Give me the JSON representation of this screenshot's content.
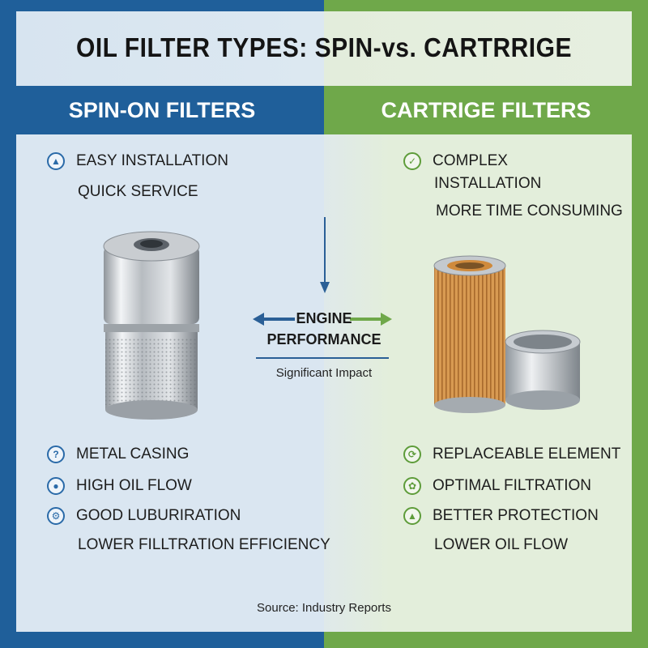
{
  "title": "OIL FILTER TYPES: SPIN-vs. CARTRRIGE",
  "colors": {
    "left_accent": "#1f5f9a",
    "right_accent": "#6fa84a"
  },
  "left": {
    "heading": "SPIN-ON FILTERS",
    "top_items": [
      {
        "icon": "wrench-icon",
        "label": "EASY INSTALLATION"
      }
    ],
    "top_sub": "QUICK SERVICE",
    "bottom_items": [
      {
        "icon": "question-icon",
        "label": "METAL CASING"
      },
      {
        "icon": "droplet-icon",
        "label": "HIGH OIL FLOW"
      },
      {
        "icon": "gear-icon",
        "label": "GOOD LUBURIRATION"
      }
    ],
    "bottom_sub": "LOWER FILLTRATION EFFICIENCY"
  },
  "right": {
    "heading": "CARTRIGE FILTERS",
    "top_label_line1": "COMPLEX",
    "top_label_line2": "INSTALLATION",
    "top_sub": "MORE TIME CONSUMING",
    "bottom_items": [
      {
        "icon": "cycle-icon",
        "label": "REPLACEABLE ELEMENT"
      },
      {
        "icon": "leaf-icon",
        "label": "OPTIMAL FILTRATION"
      },
      {
        "icon": "shield-icon",
        "label": "BETTER PROTECTION"
      }
    ],
    "bottom_sub": "LOWER OIL FLOW"
  },
  "center": {
    "label_line1": "ENGINE",
    "label_line2": "PERFORMANCE",
    "impact": "Significant Impact"
  },
  "source": "Source: Industry Reports"
}
